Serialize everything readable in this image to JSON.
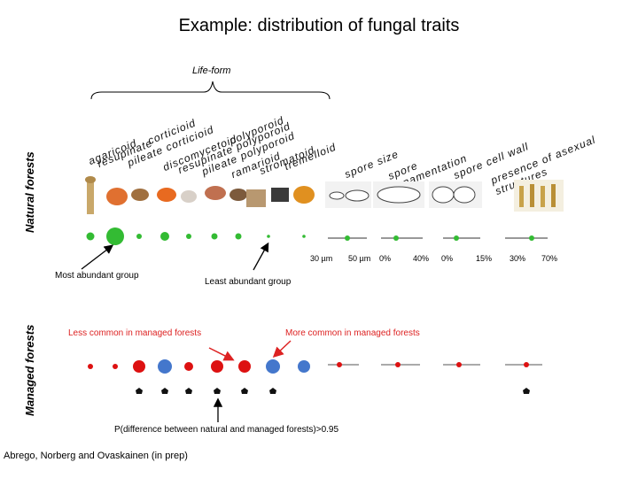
{
  "title": "Example: distribution of fungal traits",
  "life_form_label": "Life-form",
  "side_labels": {
    "natural": "Natural forests",
    "managed": "Managed forests"
  },
  "traits": [
    "agaricoid",
    "resupinate",
    "pileate corticioid",
    "corticioid",
    "discomycetoid",
    "resupinate polyporoid",
    "pileate polyporoid",
    "polyporoid",
    "ramarioid",
    "stromatoid",
    "tremelloid",
    "spore size",
    "spore ornamentation",
    "spore cell wall",
    "presence of asexual structures"
  ],
  "tick_labels": [
    "30 µm",
    "50 µm",
    "0%",
    "40%",
    "0%",
    "15%",
    "30%",
    "70%"
  ],
  "annotations": {
    "most_abundant": "Most abundant group",
    "least_abundant": "Least abundant group",
    "less_common": "Less common in managed forests",
    "more_common": "More common in managed forests",
    "p_difference": "P(difference between natural and managed forests)>0.95"
  },
  "citation": "Abrego, Norberg and Ovaskainen (in prep)",
  "colors": {
    "natural": "#33bb33",
    "decrease": "#dd1111",
    "increase": "#4477cc",
    "neutral": "#111111"
  },
  "icons": [
    "fungus-image",
    "spore-outline-image",
    "asexual-structure-image"
  ]
}
